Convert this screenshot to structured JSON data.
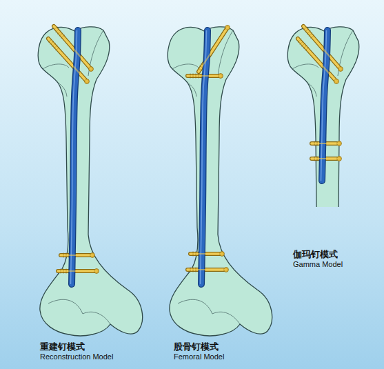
{
  "diagram": {
    "labels": [
      "重建钉模式",
      "Reconstruction Model",
      "股骨钉模式",
      "Femoral Model",
      "伽玛钉模式",
      "Gamma Model"
    ]
  }
}
